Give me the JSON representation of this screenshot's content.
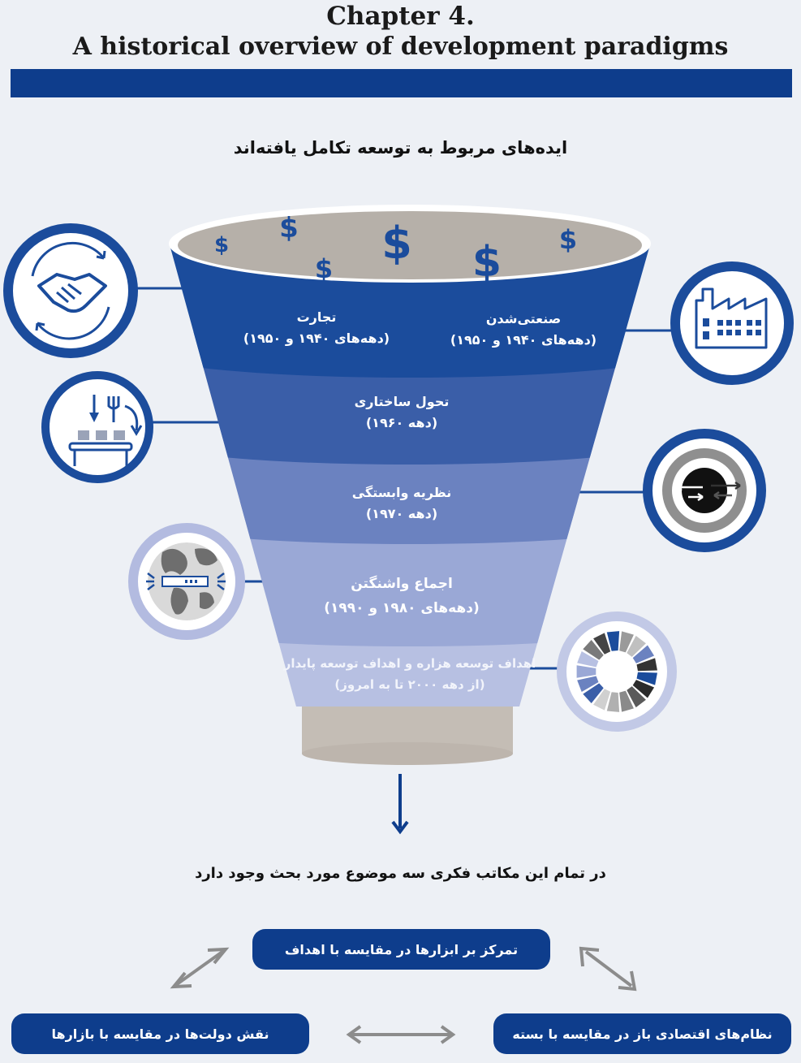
{
  "header": {
    "chapter_line": "Chapter 4.",
    "title_line": "A historical overview of development paradigms"
  },
  "subtitle": "ایده‌های مربوط به توسعه تکامل یافته‌اند",
  "funnel": {
    "layers": [
      {
        "left": {
          "label": "تجارت",
          "period": "(دهه‌های ۱۹۴۰ و ۱۹۵۰)"
        },
        "right": {
          "label": "صنعتی‌شدن",
          "period": "(دهه‌های ۱۹۴۰ و ۱۹۵۰)"
        }
      },
      {
        "label": "تحول ساختاری",
        "period": "(دهه ۱۹۶۰)"
      },
      {
        "label": "نظریه وابستگی",
        "period": "(دهه ۱۹۷۰)"
      },
      {
        "label": "اجماع واشنگتن",
        "period": "(دهه‌های ۱۹۸۰ و ۱۹۹۰)"
      },
      {
        "label": "اهداف توسعه هزاره و اهداف توسعه پایدار",
        "period": "(از دهه ۲۰۰۰ تا به امروز)"
      }
    ],
    "dollar_symbol": "$"
  },
  "icons": {
    "trade": "handshake-icon",
    "industrialization": "factory-icon",
    "structural": "conveyor-icon",
    "dependency": "core-periphery-icon",
    "washington": "globe-icon",
    "sdg": "sdg-wheel-icon"
  },
  "common_themes_text": "در تمام این مکاتب فکری سه موضوع مورد بحث وجود دارد",
  "themes": {
    "top": "تمرکز بر ابزارها در مقایسه با اهداف",
    "left": "نقش دولت‌ها در مقایسه با بازارها",
    "right": "نظام‌های اقتصادی باز در مقایسه با بسته"
  },
  "colors": {
    "dark_blue": "#0e3d8c",
    "layer1": "#1b4c9c",
    "layer2": "#3a5ea8",
    "layer3": "#6b82c0",
    "layer4": "#9aa8d6",
    "layer5": "#b7c0e2",
    "base": "#c4bdb5"
  }
}
